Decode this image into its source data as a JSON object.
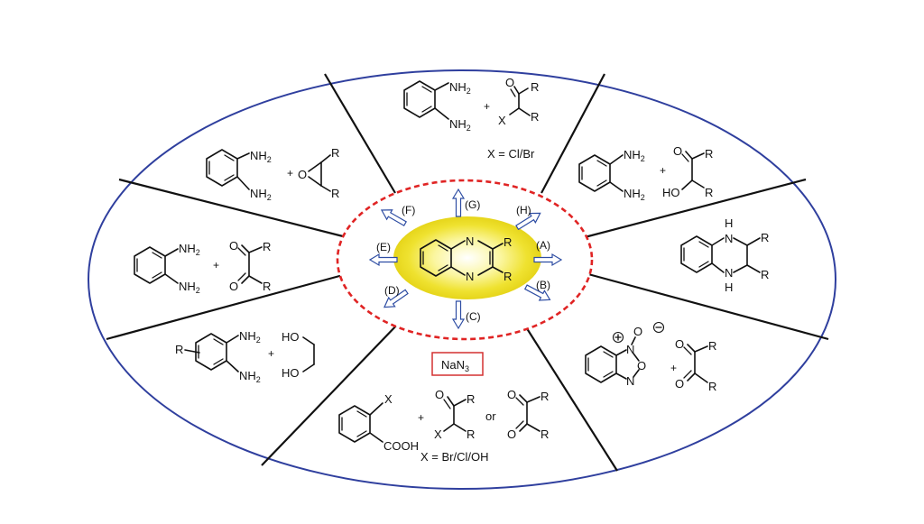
{
  "core": {
    "atoms": {
      "n1": "N",
      "n2": "N",
      "r1": "R",
      "r2": "R"
    }
  },
  "routes": [
    "(A)",
    "(B)",
    "(C)",
    "(D)",
    "(E)",
    "(F)",
    "(G)",
    "(H)"
  ],
  "reagents": {
    "nh2": "NH",
    "sub2": "2",
    "plus": "+",
    "o": "O",
    "r": "R",
    "x": "X",
    "h": "H",
    "n": "N",
    "ho": "HO",
    "cooh": "COOH",
    "or": "or"
  },
  "conditions": {
    "top": "X = Cl/Br",
    "bottom": "X = Br/Cl/OH"
  },
  "azide": {
    "main": "NaN",
    "sub": "3"
  },
  "colors": {
    "outer_ellipse": "#2f3f9e",
    "inner_dashed": "#e02424",
    "core_glow": "#f3e600",
    "arrow_stroke": "#2e4da3",
    "azide_box": "#d43030"
  }
}
